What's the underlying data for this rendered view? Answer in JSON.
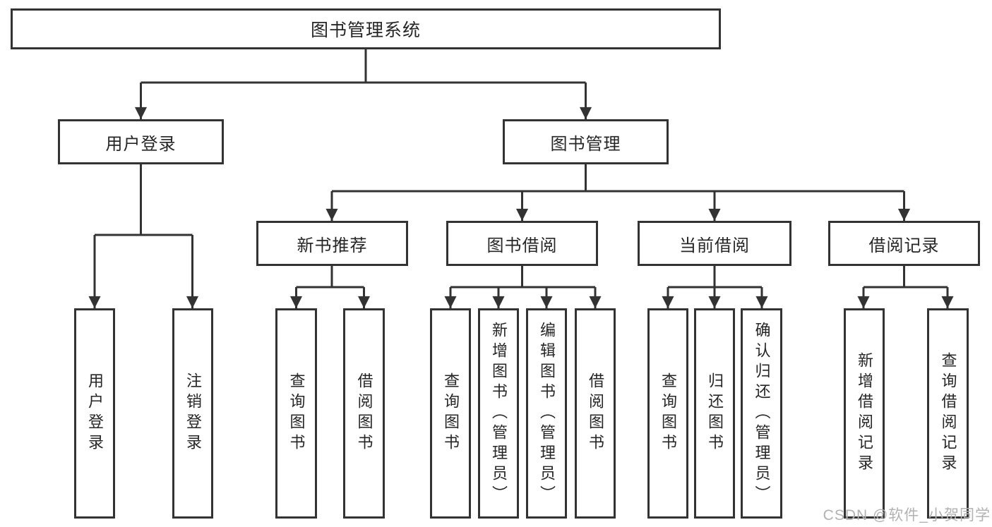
{
  "colors": {
    "line": "#333333",
    "text": "#262626",
    "watermark": "#b2b2b2",
    "bg": "#ffffff"
  },
  "watermark": {
    "text": "CSDN @软件_小贺同学"
  },
  "tree": {
    "label": "图书管理系统",
    "children": [
      {
        "label": "用户登录",
        "children": [
          {
            "label": "用户登录"
          },
          {
            "label": "注销登录"
          }
        ]
      },
      {
        "label": "图书管理",
        "children": [
          {
            "label": "新书推荐",
            "children": [
              {
                "label": "查询图书"
              },
              {
                "label": "借阅图书"
              }
            ]
          },
          {
            "label": "图书借阅",
            "children": [
              {
                "label": "查询图书"
              },
              {
                "label": "新增图书（管理员）"
              },
              {
                "label": "编辑图书（管理员）"
              },
              {
                "label": "借阅图书"
              }
            ]
          },
          {
            "label": "当前借阅",
            "children": [
              {
                "label": "查询图书"
              },
              {
                "label": "归还图书"
              },
              {
                "label": "确认归还（管理员）"
              }
            ]
          },
          {
            "label": "借阅记录",
            "children": [
              {
                "label": "新增借阅记录"
              },
              {
                "label": "查询借阅记录"
              }
            ]
          }
        ]
      }
    ]
  }
}
